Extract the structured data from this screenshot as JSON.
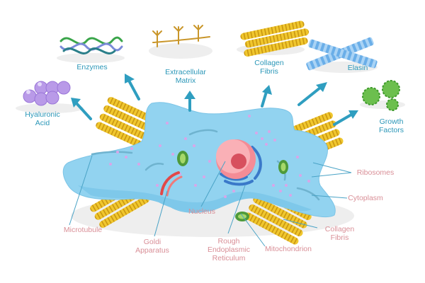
{
  "colors": {
    "product_label": "#2b97b8",
    "structure_label": "#d98f97",
    "arrow": "#2f9ec0",
    "cell_body": "#92d3f0",
    "collagen": "#f0c72e"
  },
  "products": [
    {
      "id": "hyaluronic-acid",
      "label": "Hyaluronic\nAcid"
    },
    {
      "id": "enzymes",
      "label": "Enzymes"
    },
    {
      "id": "extracellular-matrix",
      "label": "Extracellular\nMatrix"
    },
    {
      "id": "collagen-fibris-top",
      "label": "Collagen\nFibris"
    },
    {
      "id": "elasin",
      "label": "Elasin"
    },
    {
      "id": "growth-factors",
      "label": "Growth\nFactors"
    }
  ],
  "structures": [
    {
      "id": "microtubule",
      "label": "Microtubule"
    },
    {
      "id": "goldi-apparatus",
      "label": "Goldi\nApparatus"
    },
    {
      "id": "nucleus",
      "label": "Nucleus"
    },
    {
      "id": "rough-er",
      "label": "Rough\nEndoplasmic\nReticulum"
    },
    {
      "id": "mitochondrion",
      "label": "Mitochondrion"
    },
    {
      "id": "collagen-fibris-bottom",
      "label": "Collagen\nFibris"
    },
    {
      "id": "cytoplasm",
      "label": "Cytoplasm"
    },
    {
      "id": "ribosomes",
      "label": "Ribosomes"
    }
  ]
}
